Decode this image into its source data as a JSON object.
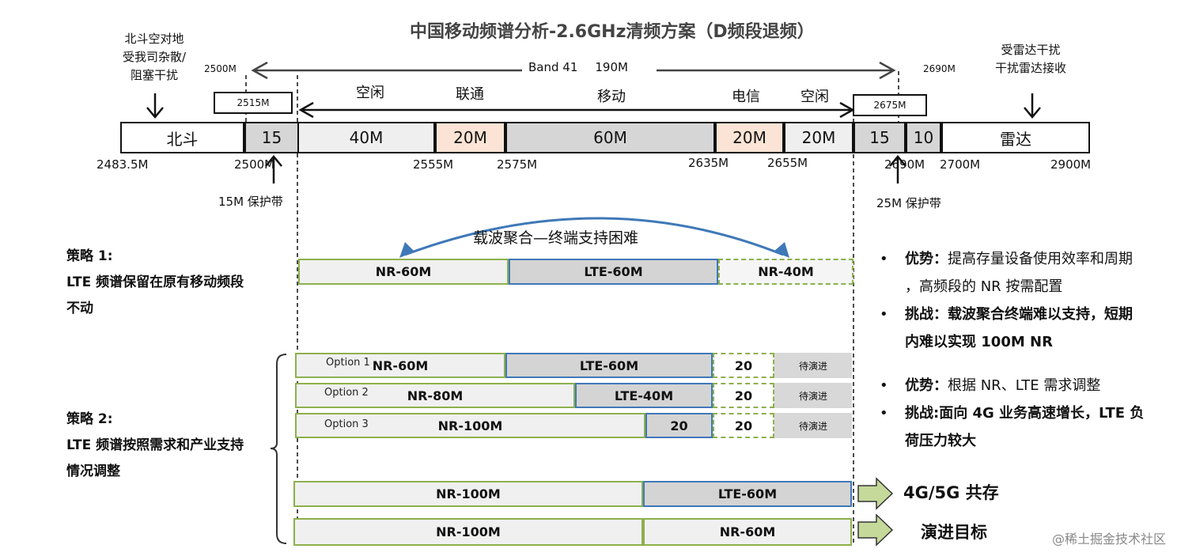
{
  "title": "中国移动频谱分析-2.6GHz清频方案（D频段退频）",
  "beidou_note": [
    "北斗空对地",
    "受我司杂散/",
    "阻塞干扰"
  ],
  "radar_note": [
    "受雷达干扰",
    "干扰雷达接收"
  ],
  "band41": {
    "label": "Band 41",
    "width": "190M",
    "start": "2500M",
    "end": "2690M"
  },
  "box_2515": "2515M",
  "box_2675": "2675M",
  "top_labels": {
    "idle1": "空闲",
    "unicom": "联通",
    "mobile": "移动",
    "telecom": "电信",
    "idle2": "空闲"
  },
  "spectrum": {
    "beidou": "北斗",
    "s15a": "15",
    "s40": "40M",
    "s20a": "20M",
    "s60": "60M",
    "s20b": "20M",
    "s20c": "20M",
    "s15b": "15",
    "s10": "10",
    "radar": "雷达"
  },
  "freqs": {
    "f2483": "2483.5M",
    "f2500": "2500M",
    "f2555": "2555M",
    "f2575": "2575M",
    "f2635": "2635M",
    "f2655": "2655M",
    "f2690": "2690M",
    "f2700": "2700M",
    "f2900": "2900M"
  },
  "guard_left": "15M 保护带",
  "guard_right": "25M 保护带",
  "carrier_agg": "载波聚合—终端支持困难",
  "strategy1": [
    "策略 1:",
    "LTE 频谱保留在原有移动频段",
    "不动"
  ],
  "strategy2": [
    "策略 2:",
    "LTE 频谱按照需求和产业支持",
    "情况调整"
  ],
  "s1_bars": {
    "nr": "NR-60M",
    "lte": "LTE-60M",
    "nr40": "NR-40M"
  },
  "options": [
    {
      "name": "Option 1",
      "nr": "NR-60M",
      "lte": "LTE-60M",
      "n20": "20",
      "wait": "待演进"
    },
    {
      "name": "Option 2",
      "nr": "NR-80M",
      "lte": "LTE-40M",
      "n20": "20",
      "wait": "待演进"
    },
    {
      "name": "Option 3",
      "nr": "NR-100M",
      "lte": "20",
      "n20": "20",
      "wait": "待演进"
    }
  ],
  "coexist": {
    "nr": "NR-100M",
    "lte": "LTE-60M",
    "label": "4G/5G 共存"
  },
  "target": {
    "nr": "NR-100M",
    "nr60": "NR-60M",
    "label": "演进目标"
  },
  "bullets1": [
    {
      "key": "优势：",
      "text": "提高存量设备使用效率和周期"
    },
    {
      "key": "",
      "text": "，高频段的 NR 按需配置"
    },
    {
      "key": "挑战：",
      "text": "载波聚合终端难以支持，短期"
    },
    {
      "key": "",
      "text": "内难以实现 100M NR"
    }
  ],
  "bullets2": [
    {
      "key": "优势：",
      "text": "根据 NR、LTE 需求调整"
    },
    {
      "key": "挑战:",
      "text": "面向 4G 业务高速增长，LTE 负"
    },
    {
      "key": "",
      "text": "荷压力较大"
    }
  ],
  "watermark": "@稀土掘金技术社区",
  "colors": {
    "nr_border": "#8db04d",
    "lte_border": "#3f78b8",
    "arrow_fill": "#c5d99a",
    "curve": "#3f78b8"
  }
}
